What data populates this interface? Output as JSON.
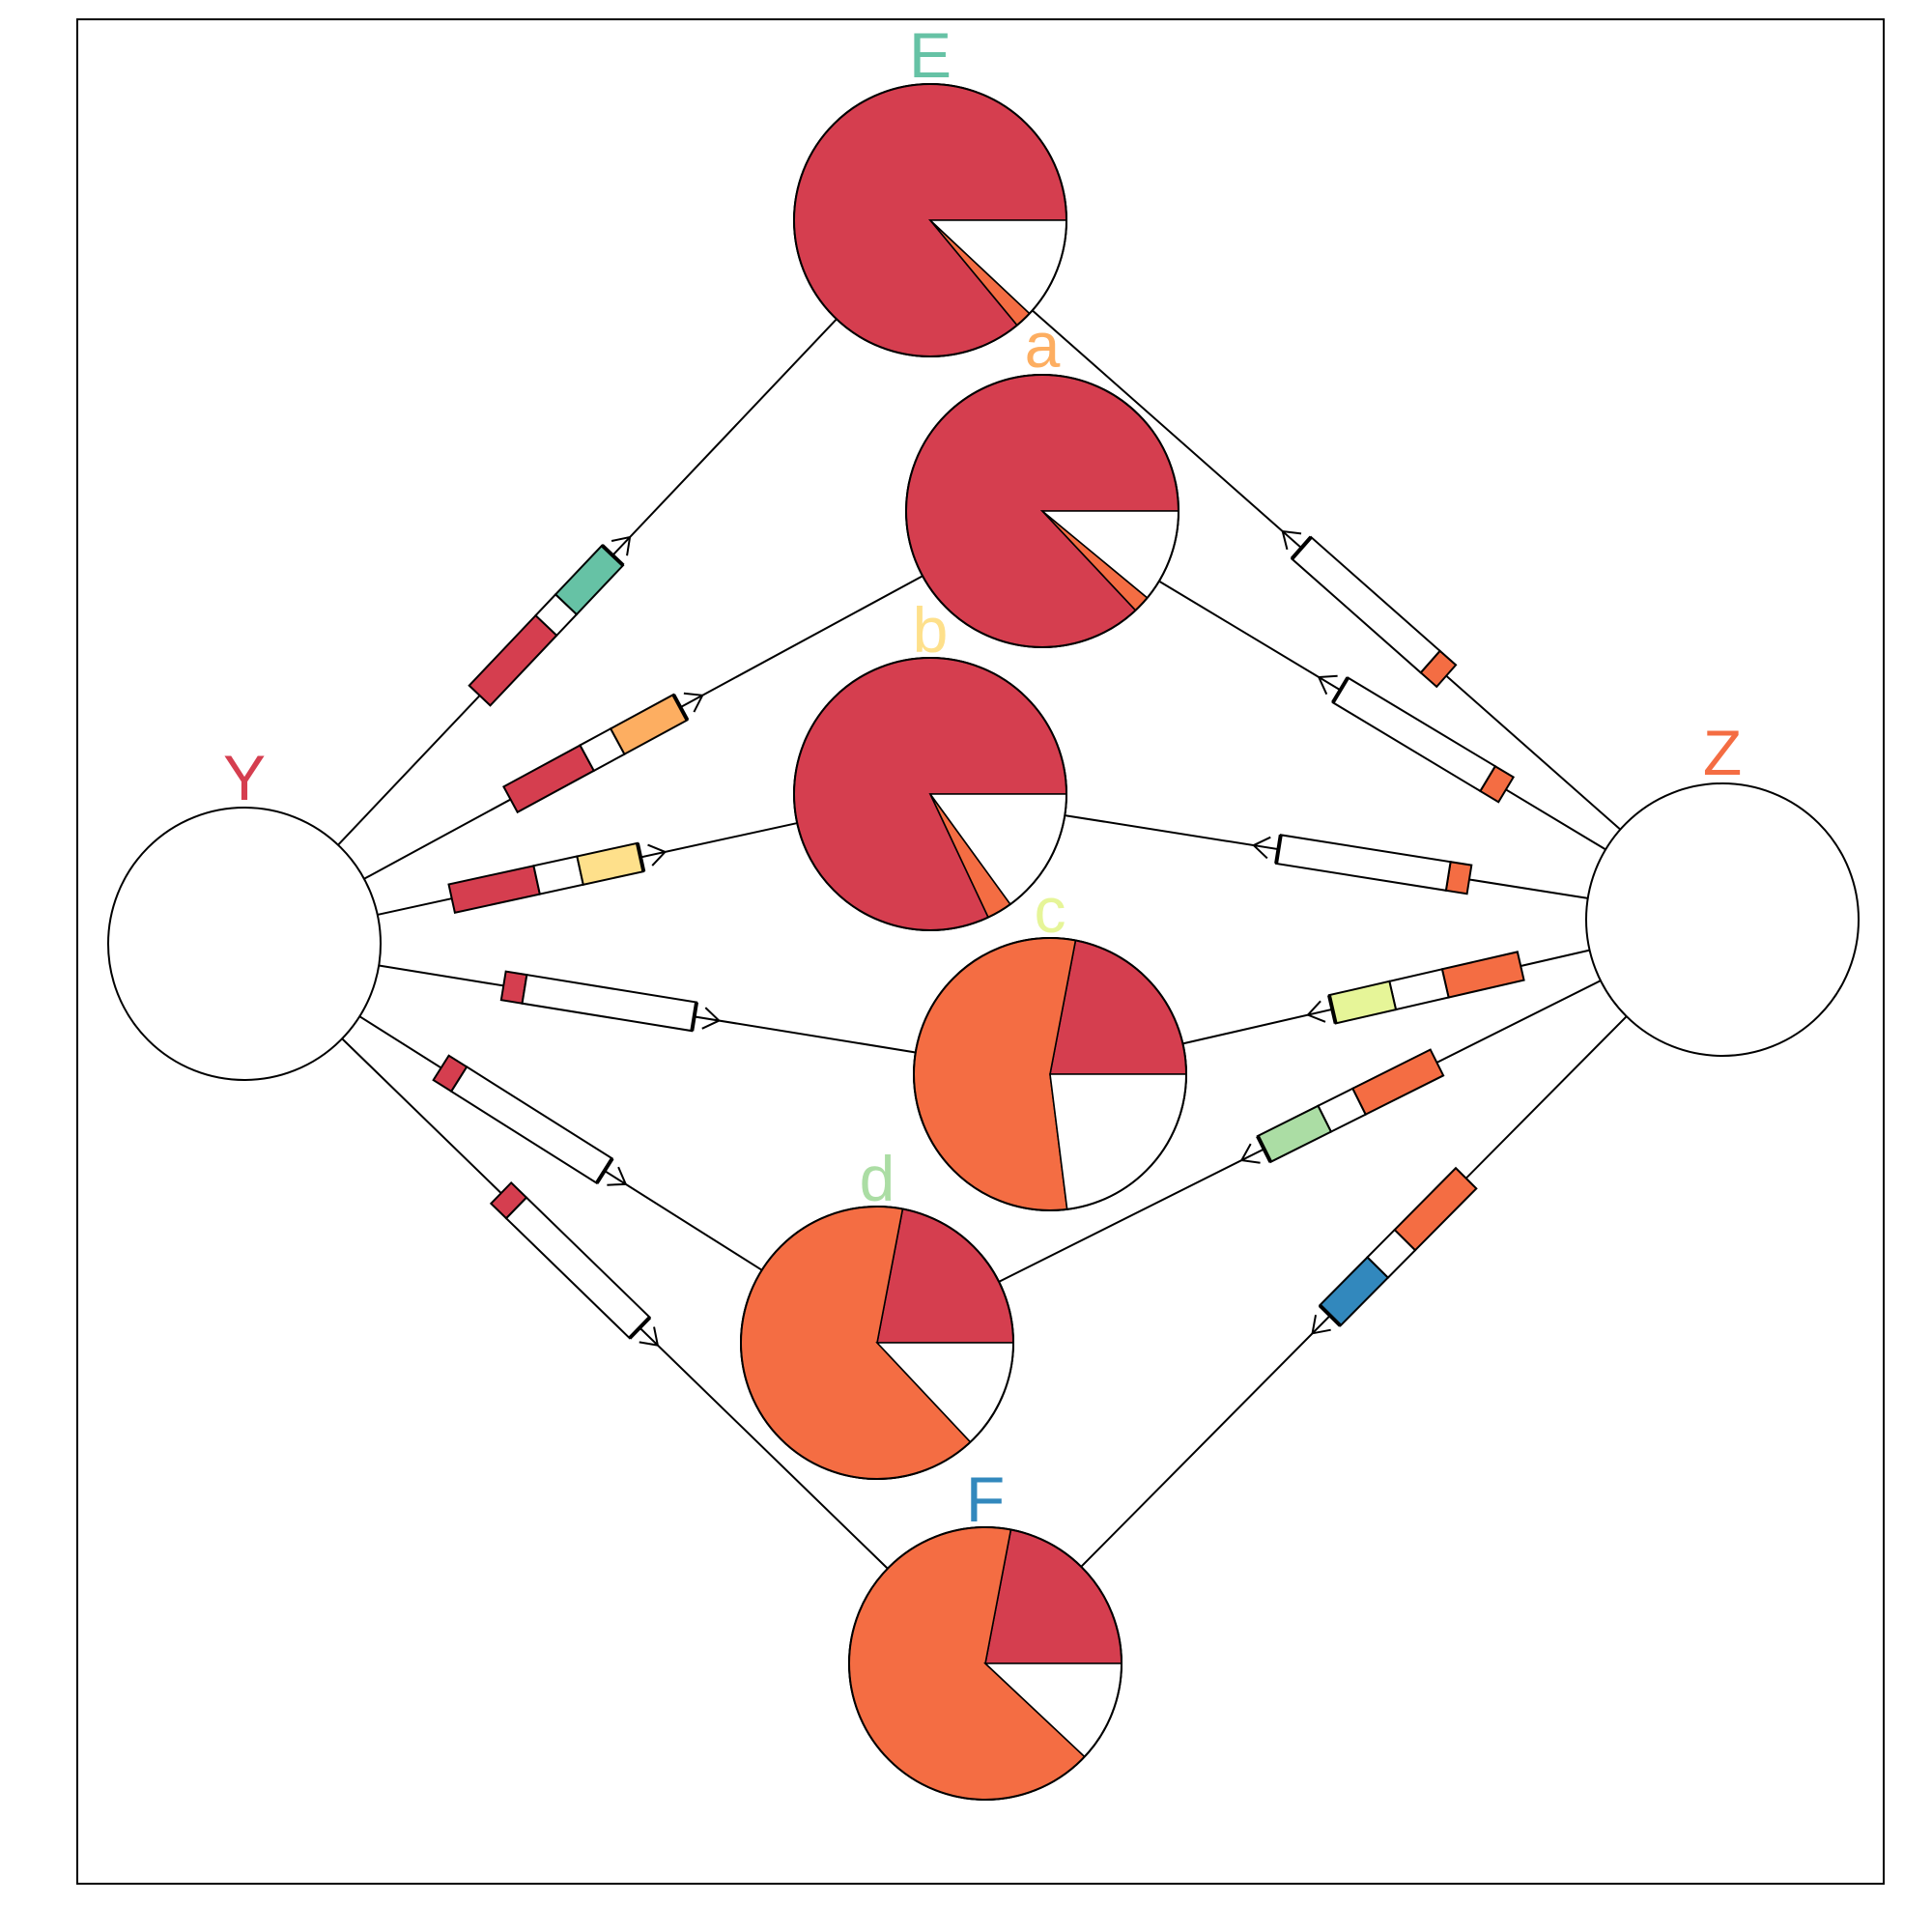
{
  "palette": {
    "red": "#d53e4f",
    "orange": "#f46d43",
    "light_orange": "#fdae61",
    "yellow": "#fee08b",
    "lime": "#e6f598",
    "green": "#abdda4",
    "teal": "#66c2a5",
    "blue": "#3288bd",
    "empty": "#ffffff",
    "stroke": "#000000"
  },
  "nodes": [
    {
      "id": "Y",
      "label": "Y",
      "color": "#d53e4f",
      "slices": []
    },
    {
      "id": "Z",
      "label": "Z",
      "color": "#f46d43",
      "slices": []
    },
    {
      "id": "E",
      "label": "E",
      "color": "#66c2a5",
      "slices": [
        {
          "fraction": 0.86,
          "color": "#d53e4f"
        },
        {
          "fraction": 0.02,
          "color": "#f46d43"
        },
        {
          "fraction": 0.12,
          "color": "#ffffff"
        }
      ]
    },
    {
      "id": "a",
      "label": "a",
      "color": "#fdae61",
      "slices": [
        {
          "fraction": 0.87,
          "color": "#d53e4f"
        },
        {
          "fraction": 0.02,
          "color": "#f46d43"
        },
        {
          "fraction": 0.11,
          "color": "#ffffff"
        }
      ]
    },
    {
      "id": "b",
      "label": "b",
      "color": "#fee08b",
      "slices": [
        {
          "fraction": 0.82,
          "color": "#d53e4f"
        },
        {
          "fraction": 0.03,
          "color": "#f46d43"
        },
        {
          "fraction": 0.15,
          "color": "#ffffff"
        }
      ]
    },
    {
      "id": "c",
      "label": "c",
      "color": "#e6f598",
      "slices": [
        {
          "fraction": 0.22,
          "color": "#d53e4f"
        },
        {
          "fraction": 0.55,
          "color": "#f46d43"
        },
        {
          "fraction": 0.23,
          "color": "#ffffff"
        }
      ]
    },
    {
      "id": "d",
      "label": "d",
      "color": "#abdda4",
      "slices": [
        {
          "fraction": 0.22,
          "color": "#d53e4f"
        },
        {
          "fraction": 0.65,
          "color": "#f46d43"
        },
        {
          "fraction": 0.13,
          "color": "#ffffff"
        }
      ]
    },
    {
      "id": "F",
      "label": "F",
      "color": "#3288bd",
      "slices": [
        {
          "fraction": 0.22,
          "color": "#d53e4f"
        },
        {
          "fraction": 0.66,
          "color": "#f46d43"
        },
        {
          "fraction": 0.12,
          "color": "#ffffff"
        }
      ]
    }
  ],
  "edges": [
    {
      "from": "Y",
      "to": "E",
      "stacks": [
        {
          "fraction": 0.5,
          "color": "#d53e4f"
        },
        {
          "fraction": 0.15,
          "color": "#ffffff"
        },
        {
          "fraction": 0.35,
          "color": "#66c2a5"
        }
      ]
    },
    {
      "from": "Y",
      "to": "a",
      "stacks": [
        {
          "fraction": 0.45,
          "color": "#d53e4f"
        },
        {
          "fraction": 0.18,
          "color": "#ffffff"
        },
        {
          "fraction": 0.37,
          "color": "#fdae61"
        }
      ]
    },
    {
      "from": "Y",
      "to": "b",
      "stacks": [
        {
          "fraction": 0.45,
          "color": "#d53e4f"
        },
        {
          "fraction": 0.23,
          "color": "#ffffff"
        },
        {
          "fraction": 0.32,
          "color": "#fee08b"
        }
      ]
    },
    {
      "from": "Y",
      "to": "c",
      "stacks": [
        {
          "fraction": 0.11,
          "color": "#d53e4f"
        },
        {
          "fraction": 0.89,
          "color": "#ffffff"
        }
      ]
    },
    {
      "from": "Y",
      "to": "d",
      "stacks": [
        {
          "fraction": 0.11,
          "color": "#d53e4f"
        },
        {
          "fraction": 0.89,
          "color": "#ffffff"
        }
      ]
    },
    {
      "from": "Y",
      "to": "F",
      "stacks": [
        {
          "fraction": 0.11,
          "color": "#d53e4f"
        },
        {
          "fraction": 0.89,
          "color": "#ffffff"
        }
      ]
    },
    {
      "from": "Z",
      "to": "E",
      "stacks": [
        {
          "fraction": 0.11,
          "color": "#f46d43"
        },
        {
          "fraction": 0.89,
          "color": "#ffffff"
        }
      ]
    },
    {
      "from": "Z",
      "to": "a",
      "stacks": [
        {
          "fraction": 0.11,
          "color": "#f46d43"
        },
        {
          "fraction": 0.89,
          "color": "#ffffff"
        }
      ]
    },
    {
      "from": "Z",
      "to": "b",
      "stacks": [
        {
          "fraction": 0.11,
          "color": "#f46d43"
        },
        {
          "fraction": 0.89,
          "color": "#ffffff"
        }
      ]
    },
    {
      "from": "Z",
      "to": "c",
      "stacks": [
        {
          "fraction": 0.4,
          "color": "#f46d43"
        },
        {
          "fraction": 0.28,
          "color": "#ffffff"
        },
        {
          "fraction": 0.32,
          "color": "#e6f598"
        }
      ]
    },
    {
      "from": "Z",
      "to": "d",
      "stacks": [
        {
          "fraction": 0.45,
          "color": "#f46d43"
        },
        {
          "fraction": 0.2,
          "color": "#ffffff"
        },
        {
          "fraction": 0.35,
          "color": "#abdda4"
        }
      ]
    },
    {
      "from": "Z",
      "to": "F",
      "stacks": [
        {
          "fraction": 0.45,
          "color": "#f46d43"
        },
        {
          "fraction": 0.2,
          "color": "#ffffff"
        },
        {
          "fraction": 0.35,
          "color": "#3288bd"
        }
      ]
    }
  ]
}
